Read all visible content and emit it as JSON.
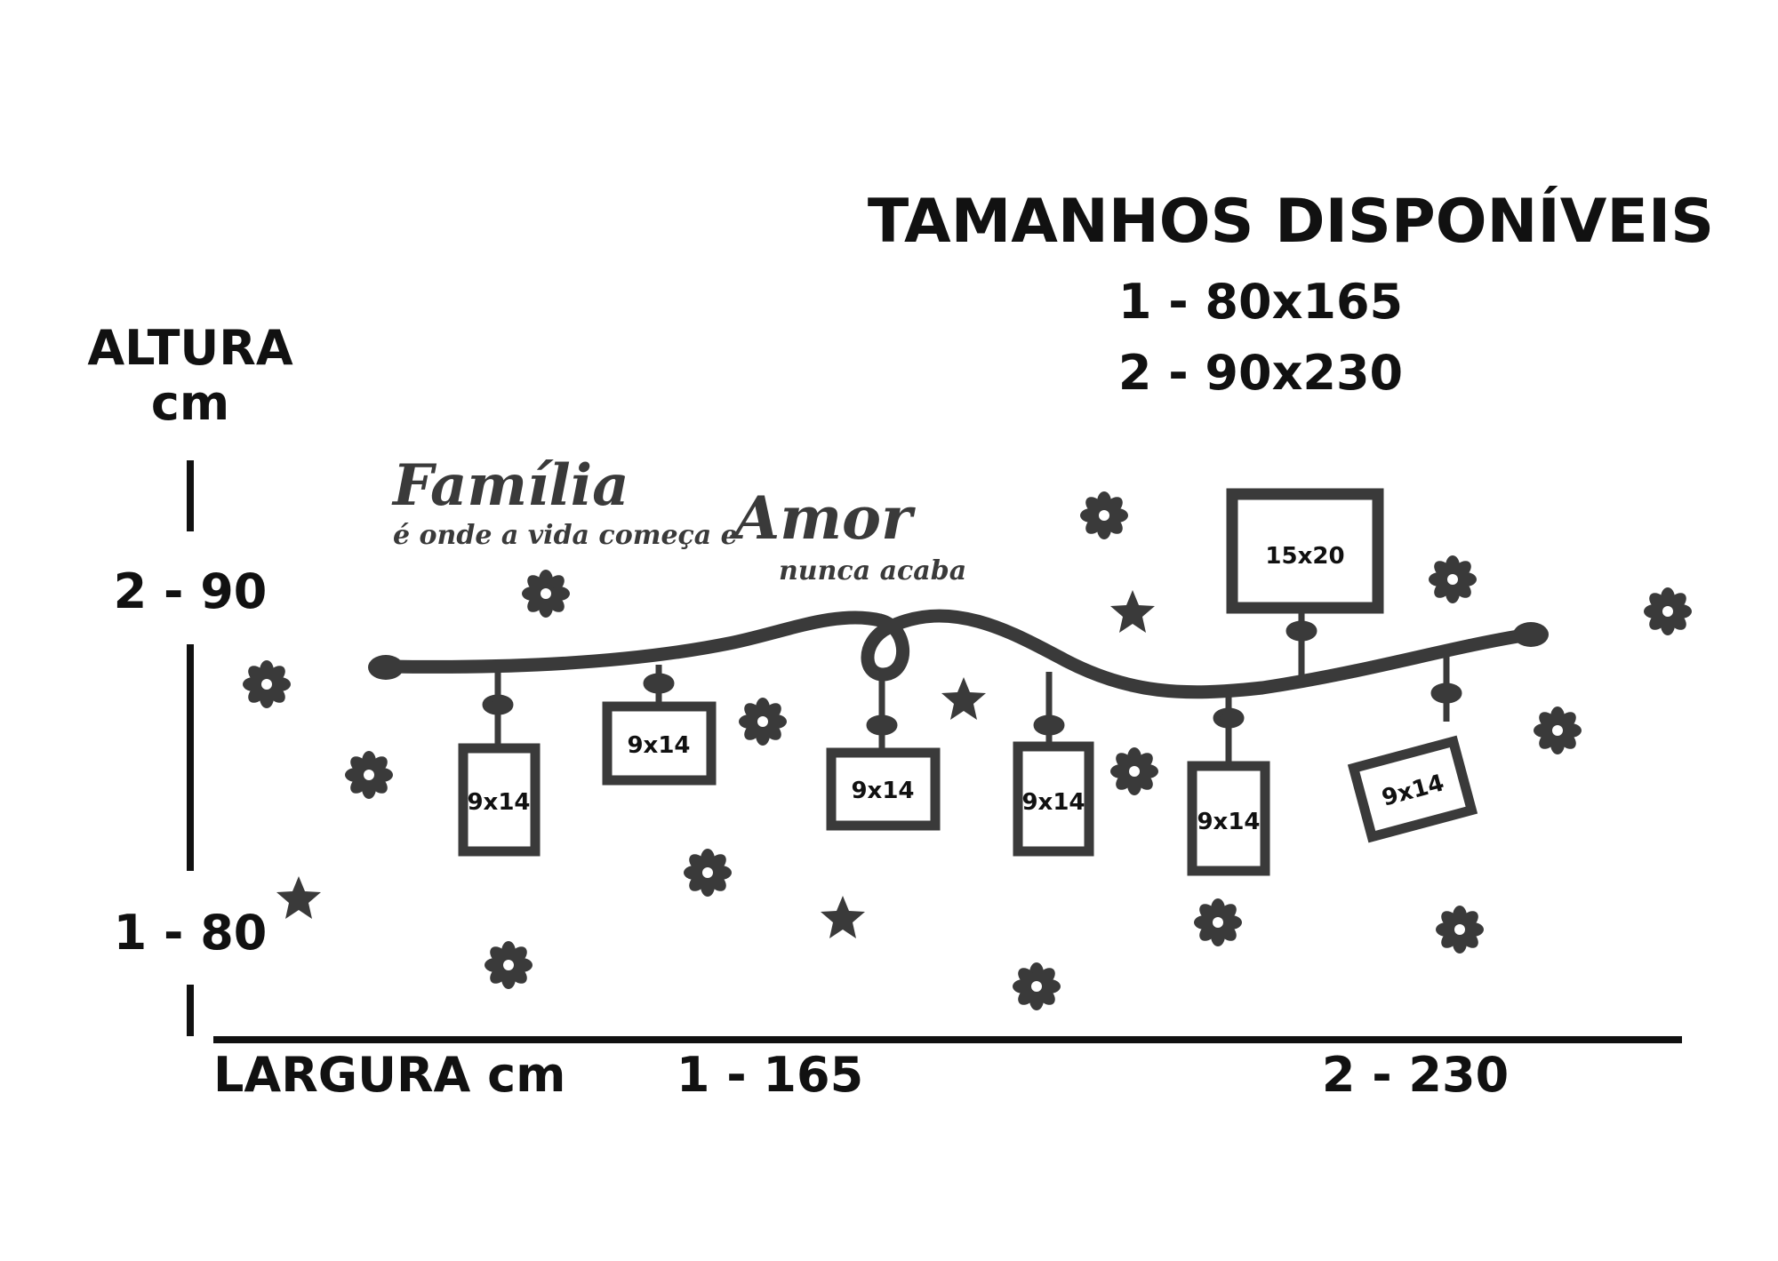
{
  "heading": {
    "title": "TAMANHOS DISPONÍVEIS",
    "size_1": "1 - 80x165",
    "size_2": "2 - 90x230"
  },
  "height_axis": {
    "label_line1": "ALTURA",
    "label_line2": "cm",
    "mark_2": "2 - 90",
    "mark_1": "1 - 80"
  },
  "width_axis": {
    "label": "LARGURA cm",
    "mark_1": "1 - 165",
    "mark_2": "2 - 230"
  },
  "quote": {
    "word_1": "Família",
    "phrase": "é onde a vida começa e",
    "word_2": "Amor",
    "ending": "nunca acaba"
  },
  "frames": [
    {
      "label": "9x14"
    },
    {
      "label": "9x14"
    },
    {
      "label": "9x14"
    },
    {
      "label": "9x14"
    },
    {
      "label": "9x14"
    },
    {
      "label": "15x20"
    },
    {
      "label": "9x14"
    }
  ],
  "colors": {
    "decal": "#3a3a3a",
    "text": "#111111",
    "background": "#ffffff"
  }
}
